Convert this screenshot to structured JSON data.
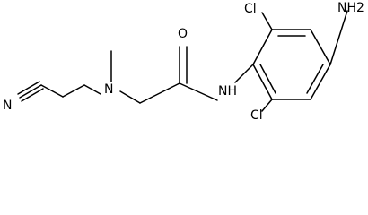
{
  "molecule": {
    "atoms": {
      "nitrile_n": "N",
      "amine_n": "N",
      "carbonyl_o": "O",
      "amide_nh": "NH",
      "aniline_nh2": "NH2",
      "chloro_top": "Cl",
      "chloro_bottom": "Cl"
    }
  }
}
